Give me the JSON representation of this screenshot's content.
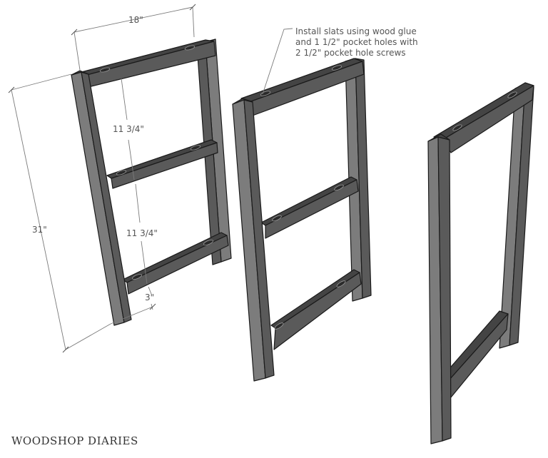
{
  "illustration": {
    "subject": "Three wooden leg frames for a bench/table, isometric view",
    "colors": {
      "background": "#ffffff",
      "wood_front": "#5a5a5a",
      "wood_side": "#7a7a7a",
      "wood_top": "#4a4a4a",
      "outline": "#1a1a1a",
      "dimension_line": "#777777",
      "text": "#555555"
    },
    "frames": [
      {
        "name": "frame-left",
        "stretchers": 3,
        "dimensioned": true
      },
      {
        "name": "frame-middle",
        "stretchers": 3,
        "dimensioned": false
      },
      {
        "name": "frame-right",
        "stretchers": 2,
        "dimensioned": false
      }
    ]
  },
  "dimensions": {
    "width": "18\"",
    "height": "31\"",
    "spacing_top": "11 3/4\"",
    "spacing_bottom": "11 3/4\"",
    "bottom_offset": "3\""
  },
  "note": {
    "lines": [
      "Install slats using wood glue",
      "and 1 1/2\" pocket holes with",
      "2 1/2\" pocket hole screws"
    ]
  },
  "brand": {
    "label": "WOODSHOP DIARIES"
  }
}
